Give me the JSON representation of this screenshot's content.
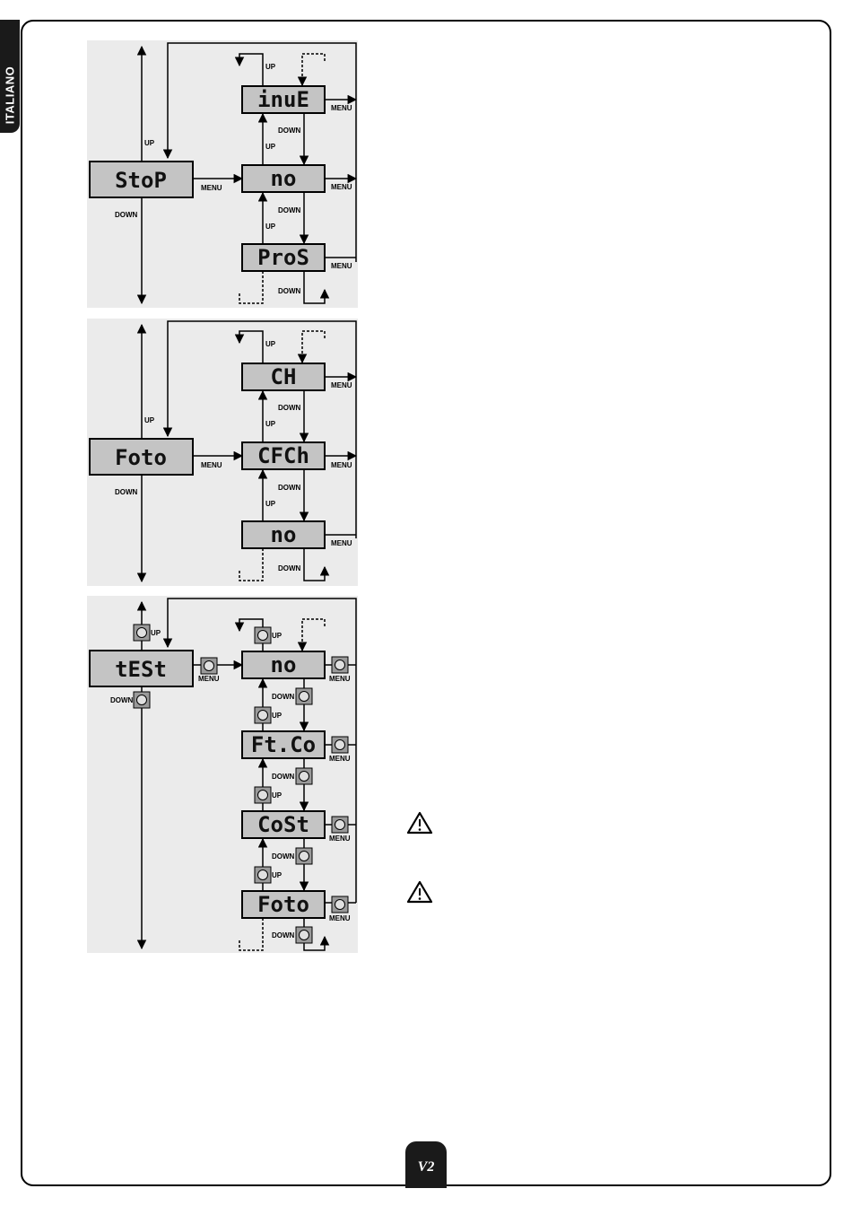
{
  "sidebar": {
    "language": "ITALIANO"
  },
  "footer": {
    "page_mark": "V2"
  },
  "labels": {
    "up": "UP",
    "down": "DOWN",
    "menu": "MENU"
  },
  "diagram1": {
    "main_display": "StoP",
    "submenu": [
      "inuE",
      "no",
      "ProS"
    ]
  },
  "diagram2": {
    "main_display": "Foto",
    "submenu": [
      "CH",
      "CFCh",
      "no"
    ]
  },
  "diagram3": {
    "main_display": "tESt",
    "submenu": [
      "no",
      "Ft.Co",
      "CoSt",
      "Foto"
    ]
  },
  "warning_icons": [
    "warning-1",
    "warning-2"
  ]
}
